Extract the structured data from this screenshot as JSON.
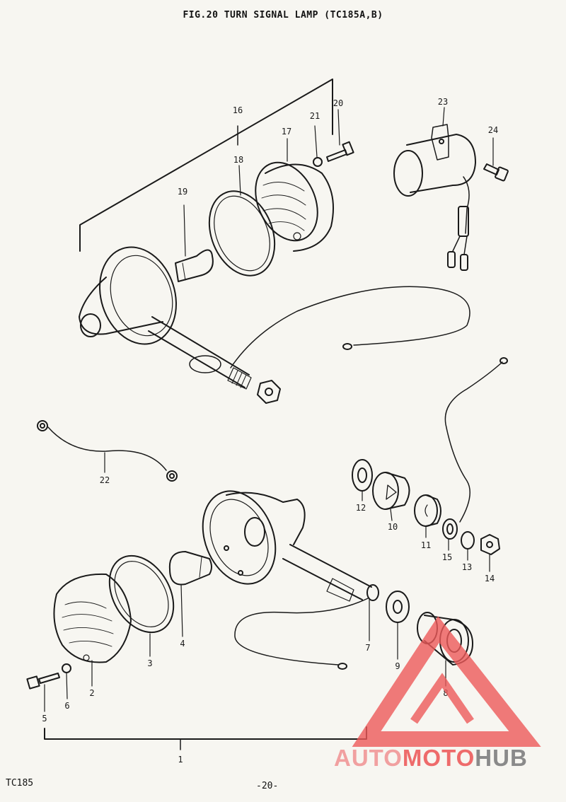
{
  "title": "FIG.20  TURN SIGNAL LAMP (TC185A,B)",
  "model_code": "TC185",
  "page_number": "-20-",
  "watermark": {
    "part1": "AUTO",
    "part2": "MOTO",
    "part3": "HUB"
  },
  "callouts": {
    "p1": "1",
    "p2": "2",
    "p3": "3",
    "p4": "4",
    "p5": "5",
    "p6": "6",
    "p7": "7",
    "p8": "8",
    "p9": "9",
    "p10": "10",
    "p11": "11",
    "p12": "12",
    "p13": "13",
    "p14": "14",
    "p15": "15",
    "p16": "16",
    "p17": "17",
    "p18": "18",
    "p19": "19",
    "p20": "20",
    "p21": "21",
    "p22": "22",
    "p23": "23",
    "p24": "24"
  },
  "colors": {
    "ink": "#1a1a1a",
    "paper": "#f7f6f1",
    "watermark_red": "#ee5a5a",
    "watermark_gray": "#7a7a7a"
  }
}
